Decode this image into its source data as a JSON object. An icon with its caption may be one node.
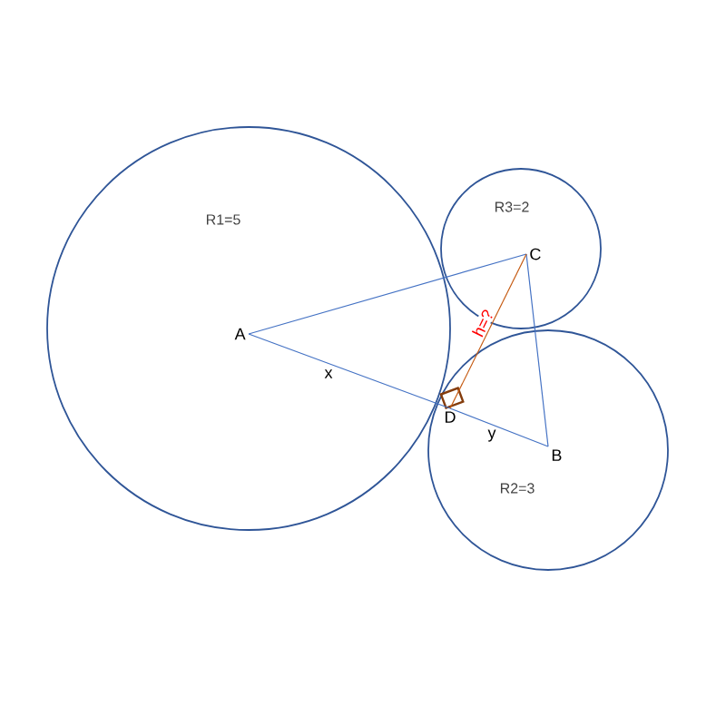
{
  "diagram": {
    "nodes": [
      {
        "text": [
          "R1=5"
        ]
      },
      {
        "text": [
          "R3=2"
        ]
      },
      {
        "text": [
          "R2=3"
        ]
      },
      {
        "text": [
          "A"
        ],
        "in": 0
      },
      {
        "text": [
          "C"
        ],
        "in": 1
      },
      {
        "text": [
          "B"
        ],
        "in": 2
      },
      {
        "text": [
          "D"
        ],
        "in": 2
      }
    ],
    "edges": [
      {
        "from": 3,
        "to": 4,
        "arrow": "none"
      },
      {
        "from": 3,
        "to": 6,
        "arrow": "none",
        "label": "x"
      },
      {
        "from": 6,
        "to": 5,
        "arrow": "none",
        "label": "y"
      },
      {
        "from": 4,
        "to": 5,
        "arrow": "none"
      },
      {
        "from": 4,
        "to": 6,
        "arrow": "none",
        "label": "h=?",
        "color": "#c55a11"
      }
    ]
  }
}
